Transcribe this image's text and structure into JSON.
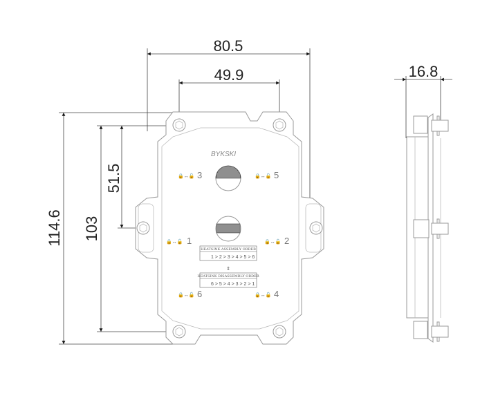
{
  "dimensions": {
    "overall_width": "80.5",
    "hole_spacing_x": "49.9",
    "side_thickness": "16.8",
    "overall_height": "114.6",
    "hole_spacing_y": "103",
    "center_offset": "51.5"
  },
  "brand": "BYKSKI",
  "screw_labels": [
    "3",
    "5",
    "1",
    "2",
    "6",
    "4"
  ],
  "assembly": {
    "title": "HEATSINK ASSEMBLY ORDER",
    "sequence": "1 > 2 > 3 > 4 > 5 > 6"
  },
  "disassembly": {
    "title": "HEATSINK DISASSEMBLY ORDER",
    "sequence": "6 > 5 > 4 > 3 > 2 > 1"
  },
  "lock_symbol": "🔒↔🔓"
}
